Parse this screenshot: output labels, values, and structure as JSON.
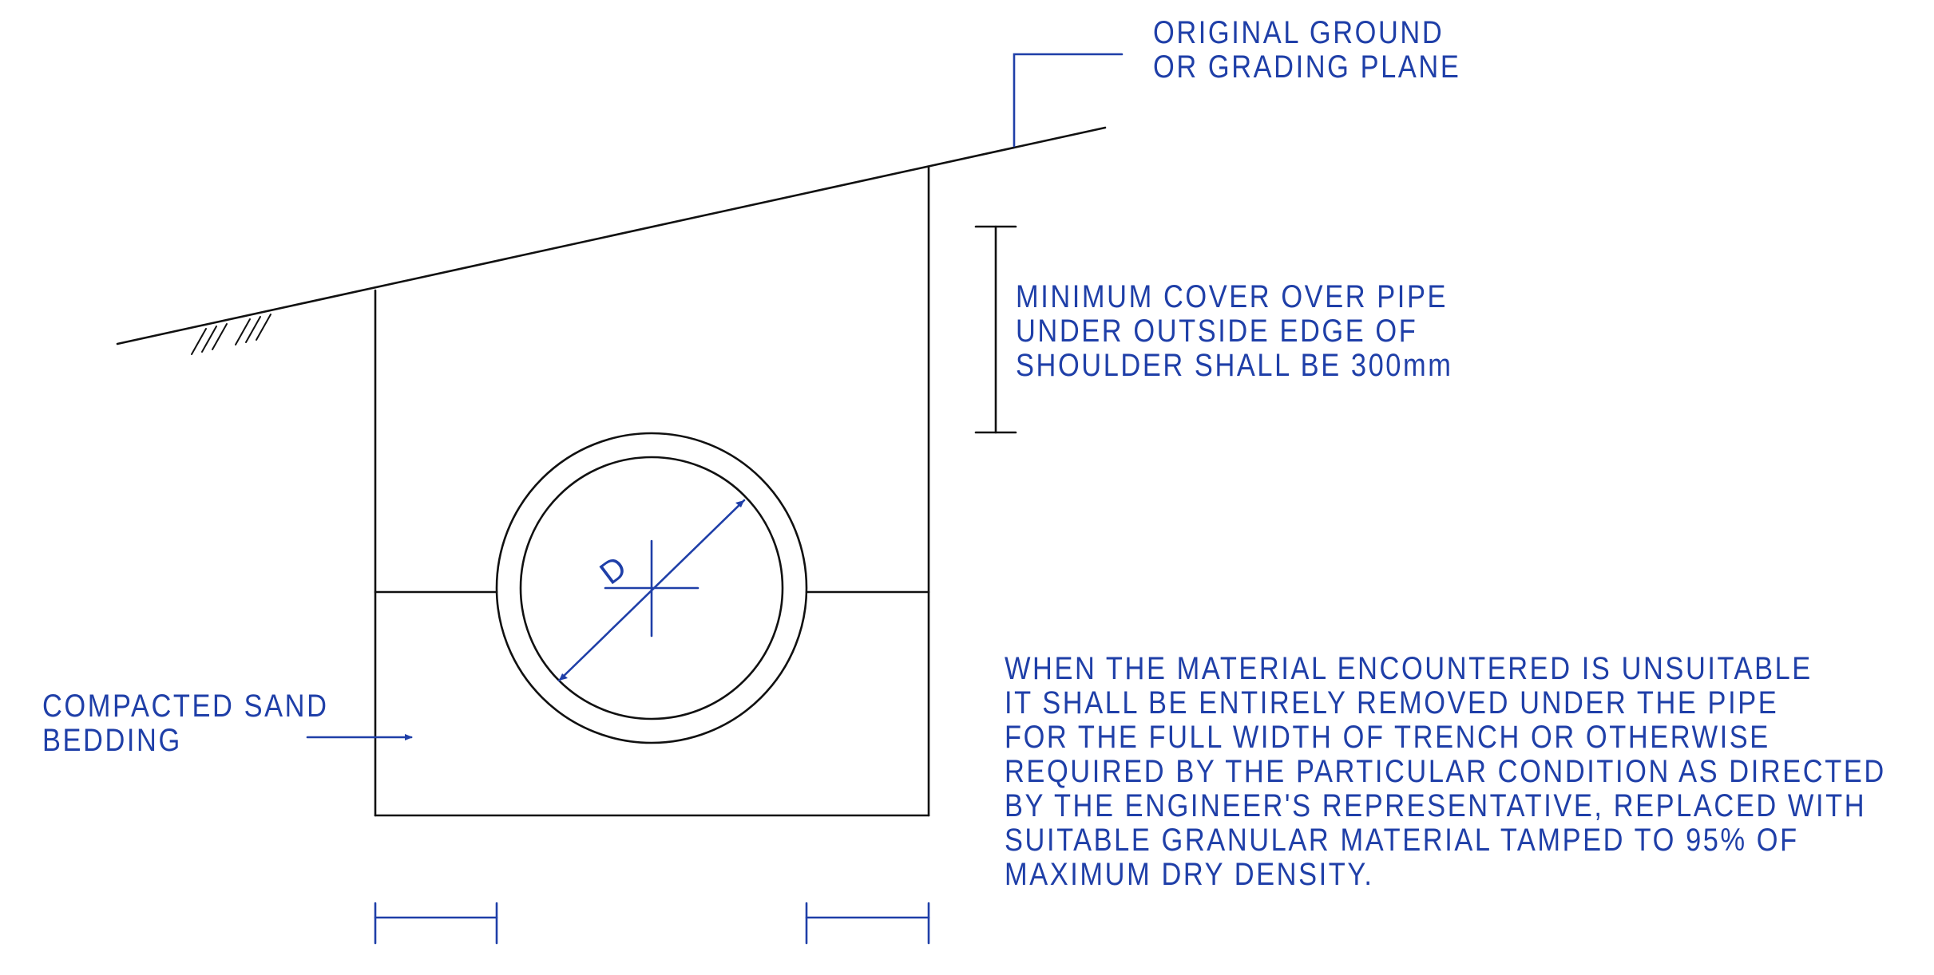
{
  "labels": {
    "ground": [
      "ORIGINAL GROUND",
      "OR GRADING PLANE"
    ],
    "cover": [
      "MINIMUM COVER OVER PIPE",
      "UNDER OUTSIDE EDGE OF",
      "SHOULDER SHALL BE 300mm"
    ],
    "sand": [
      "COMPACTED SAND",
      "BEDDING"
    ],
    "note": [
      "WHEN THE MATERIAL ENCOUNTERED IS UNSUITABLE",
      "IT SHALL BE ENTIRELY REMOVED UNDER THE PIPE",
      "FOR THE FULL WIDTH OF TRENCH OR OTHERWISE",
      "REQUIRED BY THE PARTICULAR CONDITION AS DIRECTED",
      "BY THE ENGINEER'S REPRESENTATIVE, REPLACED WITH",
      "SUITABLE GRANULAR MATERIAL TAMPED TO 95% OF",
      "MAXIMUM DRY DENSITY."
    ],
    "diameter": "D"
  },
  "colors": {
    "linework": "#111111",
    "annotation": "#1f3fa8"
  }
}
